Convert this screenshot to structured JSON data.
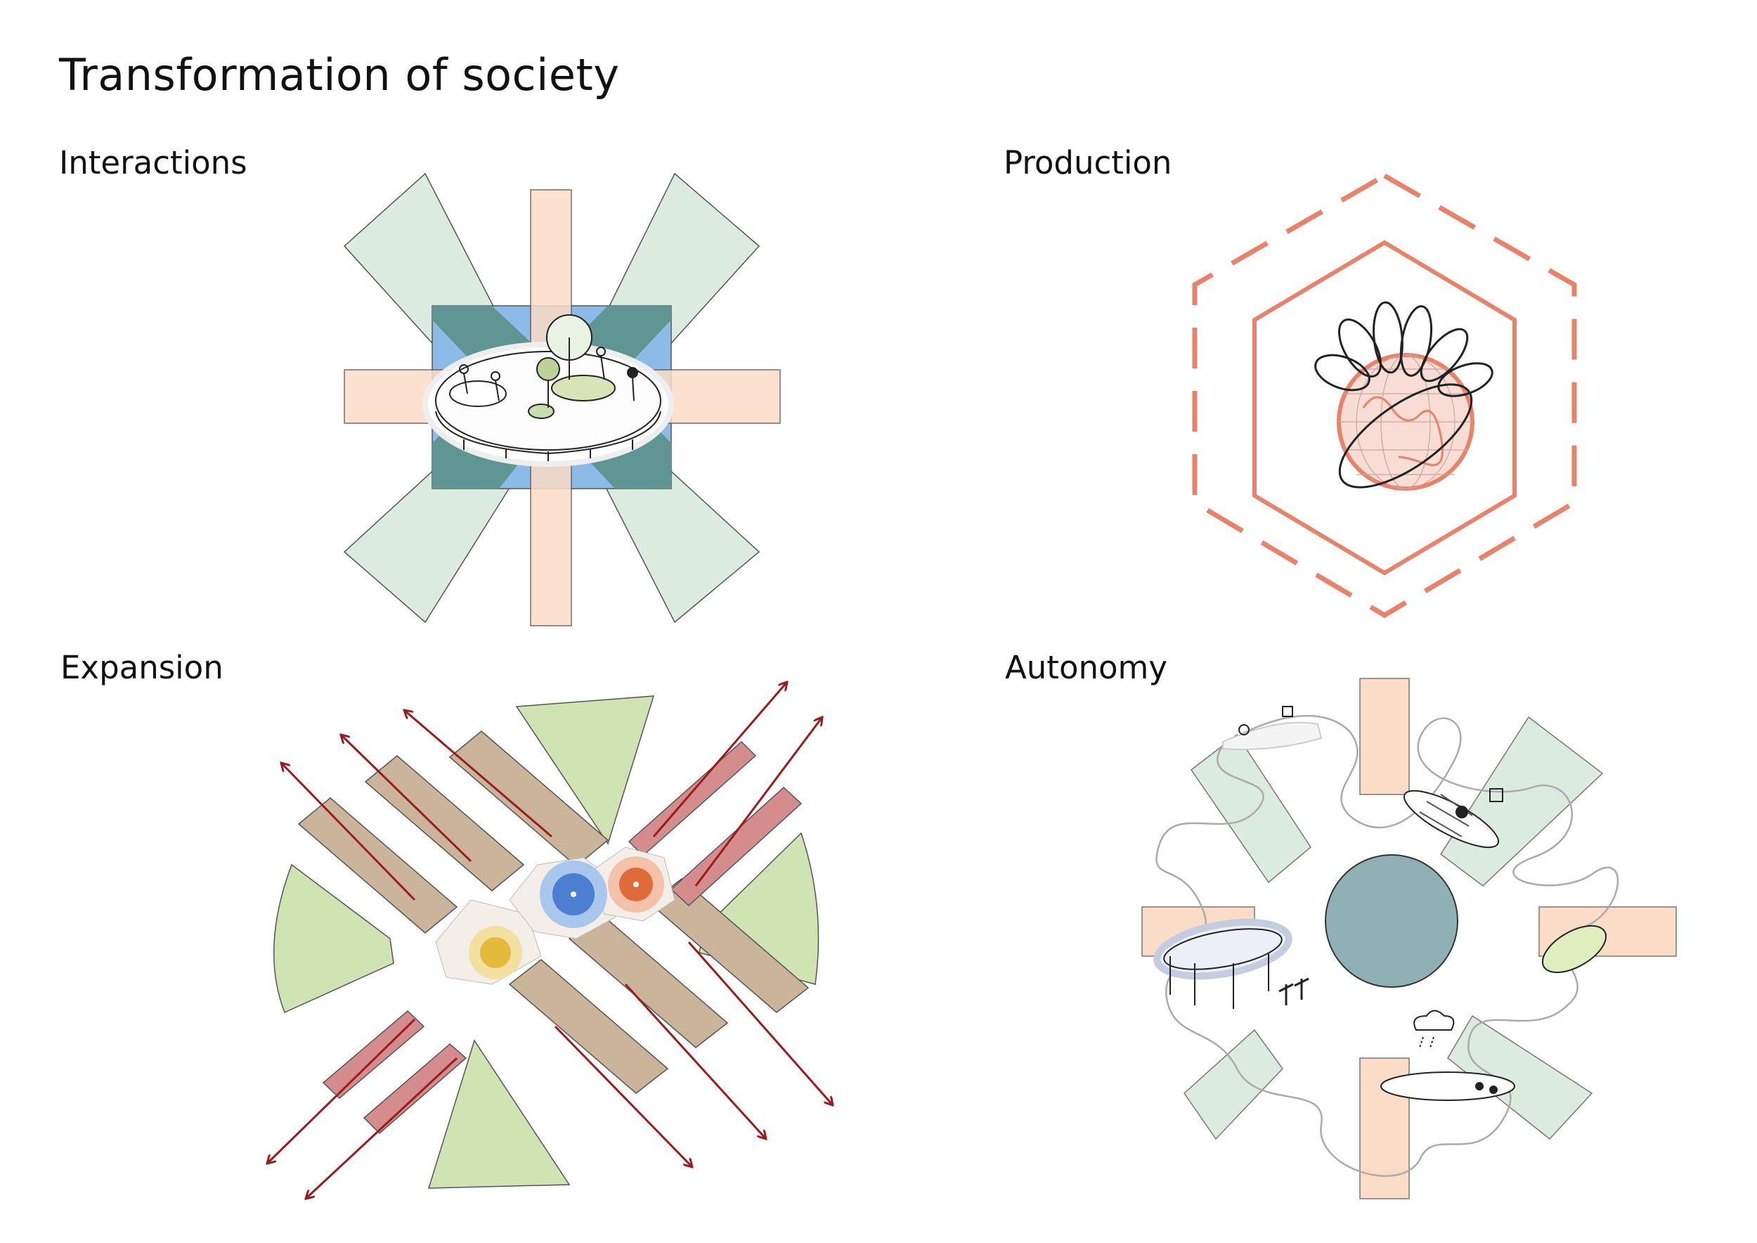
{
  "title": "Transformation of society",
  "panels": {
    "interactions": {
      "label": "Interactions"
    },
    "production": {
      "label": "Production"
    },
    "expansion": {
      "label": "Expansion"
    },
    "autonomy": {
      "label": "Autonomy"
    }
  },
  "colors": {
    "peach": "#fbdcc6",
    "mint": "#dcebe0",
    "blue": "#8cbbe7",
    "teal": "#5f9694",
    "coral": "#e8836a",
    "tan": "#cab59a",
    "rose": "#d48c8c",
    "arrow_red": "#9b1b1f",
    "leaf_green": "#cfe3b3",
    "circle_teal": "#8fb1b5"
  }
}
